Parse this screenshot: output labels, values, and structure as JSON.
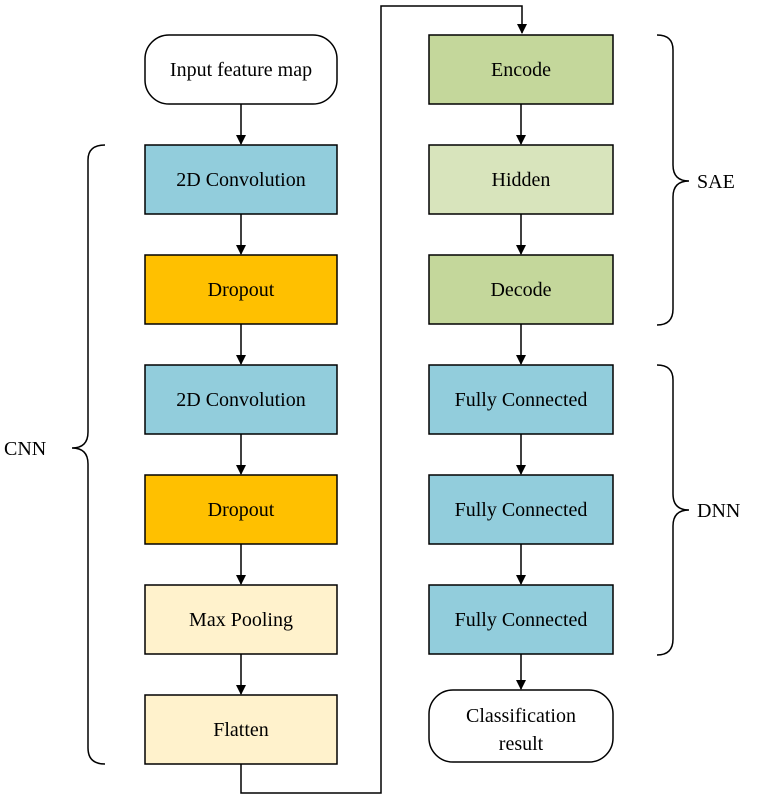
{
  "diagram": {
    "colors": {
      "cnn_conv": "#92cddc",
      "dropout": "#ffc000",
      "pooling": "#fff2cc",
      "sae_dark": "#c4d79b",
      "sae_light": "#d8e4bc",
      "fully_connected": "#92cddc",
      "terminal": "#ffffff",
      "stroke": "#000000"
    },
    "nodes": {
      "input": "Input feature map",
      "conv1": "2D Convolution",
      "dropout1": "Dropout",
      "conv2": "2D Convolution",
      "dropout2": "Dropout",
      "maxpool": "Max Pooling",
      "flatten": "Flatten",
      "encode": "Encode",
      "hidden": "Hidden",
      "decode": "Decode",
      "fc1": "Fully Connected",
      "fc2": "Fully Connected",
      "fc3": "Fully Connected",
      "result_line1": "Classification",
      "result_line2": "result"
    },
    "groups": {
      "cnn": "CNN",
      "sae": "SAE",
      "dnn": "DNN"
    }
  }
}
